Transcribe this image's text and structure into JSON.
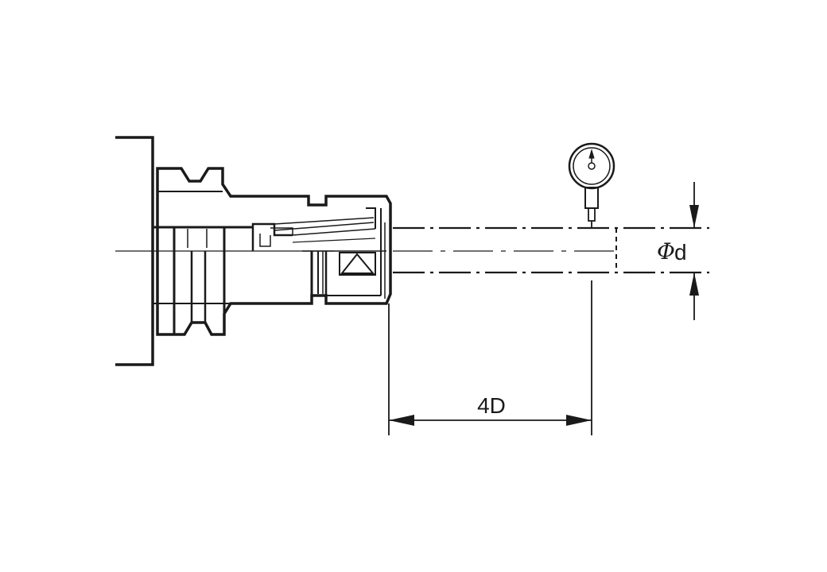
{
  "diagram": {
    "length_label": "4D",
    "diameter_symbol": "Φ",
    "diameter_letter": "d"
  },
  "colors": {
    "line": "#1a1a1a",
    "background": "#ffffff"
  }
}
